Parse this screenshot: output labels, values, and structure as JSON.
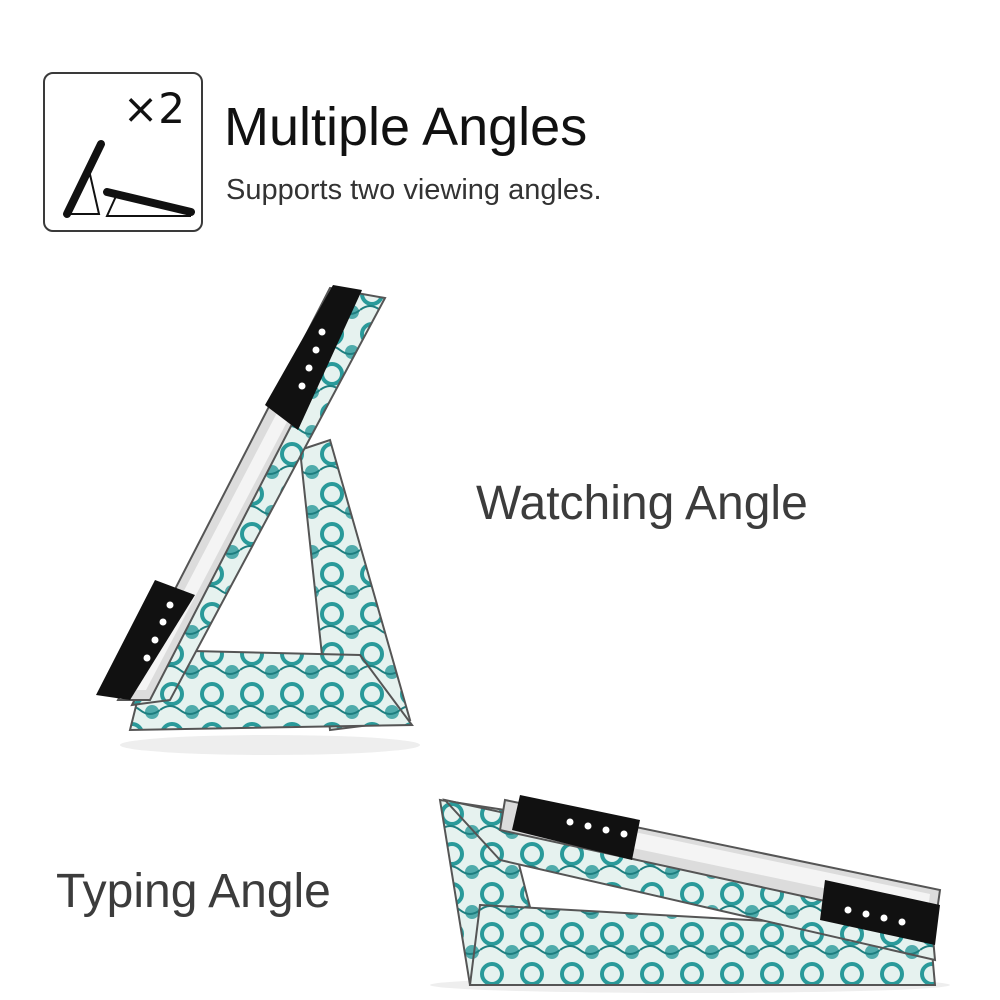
{
  "header": {
    "badge_multiplier": "×2",
    "title": "Multiple Angles",
    "subtitle": "Supports two viewing angles."
  },
  "labels": {
    "watching": "Watching Angle",
    "typing": "Typing Angle"
  },
  "colors": {
    "case_teal": "#2a9a9a",
    "case_light": "#e6f2ef",
    "strap": "#111111",
    "tablet_silver": "#d8d8d8",
    "text_dark": "#111111",
    "text_grey": "#3c3c3c"
  },
  "icons": {
    "badge": "stand-angles-icon"
  }
}
